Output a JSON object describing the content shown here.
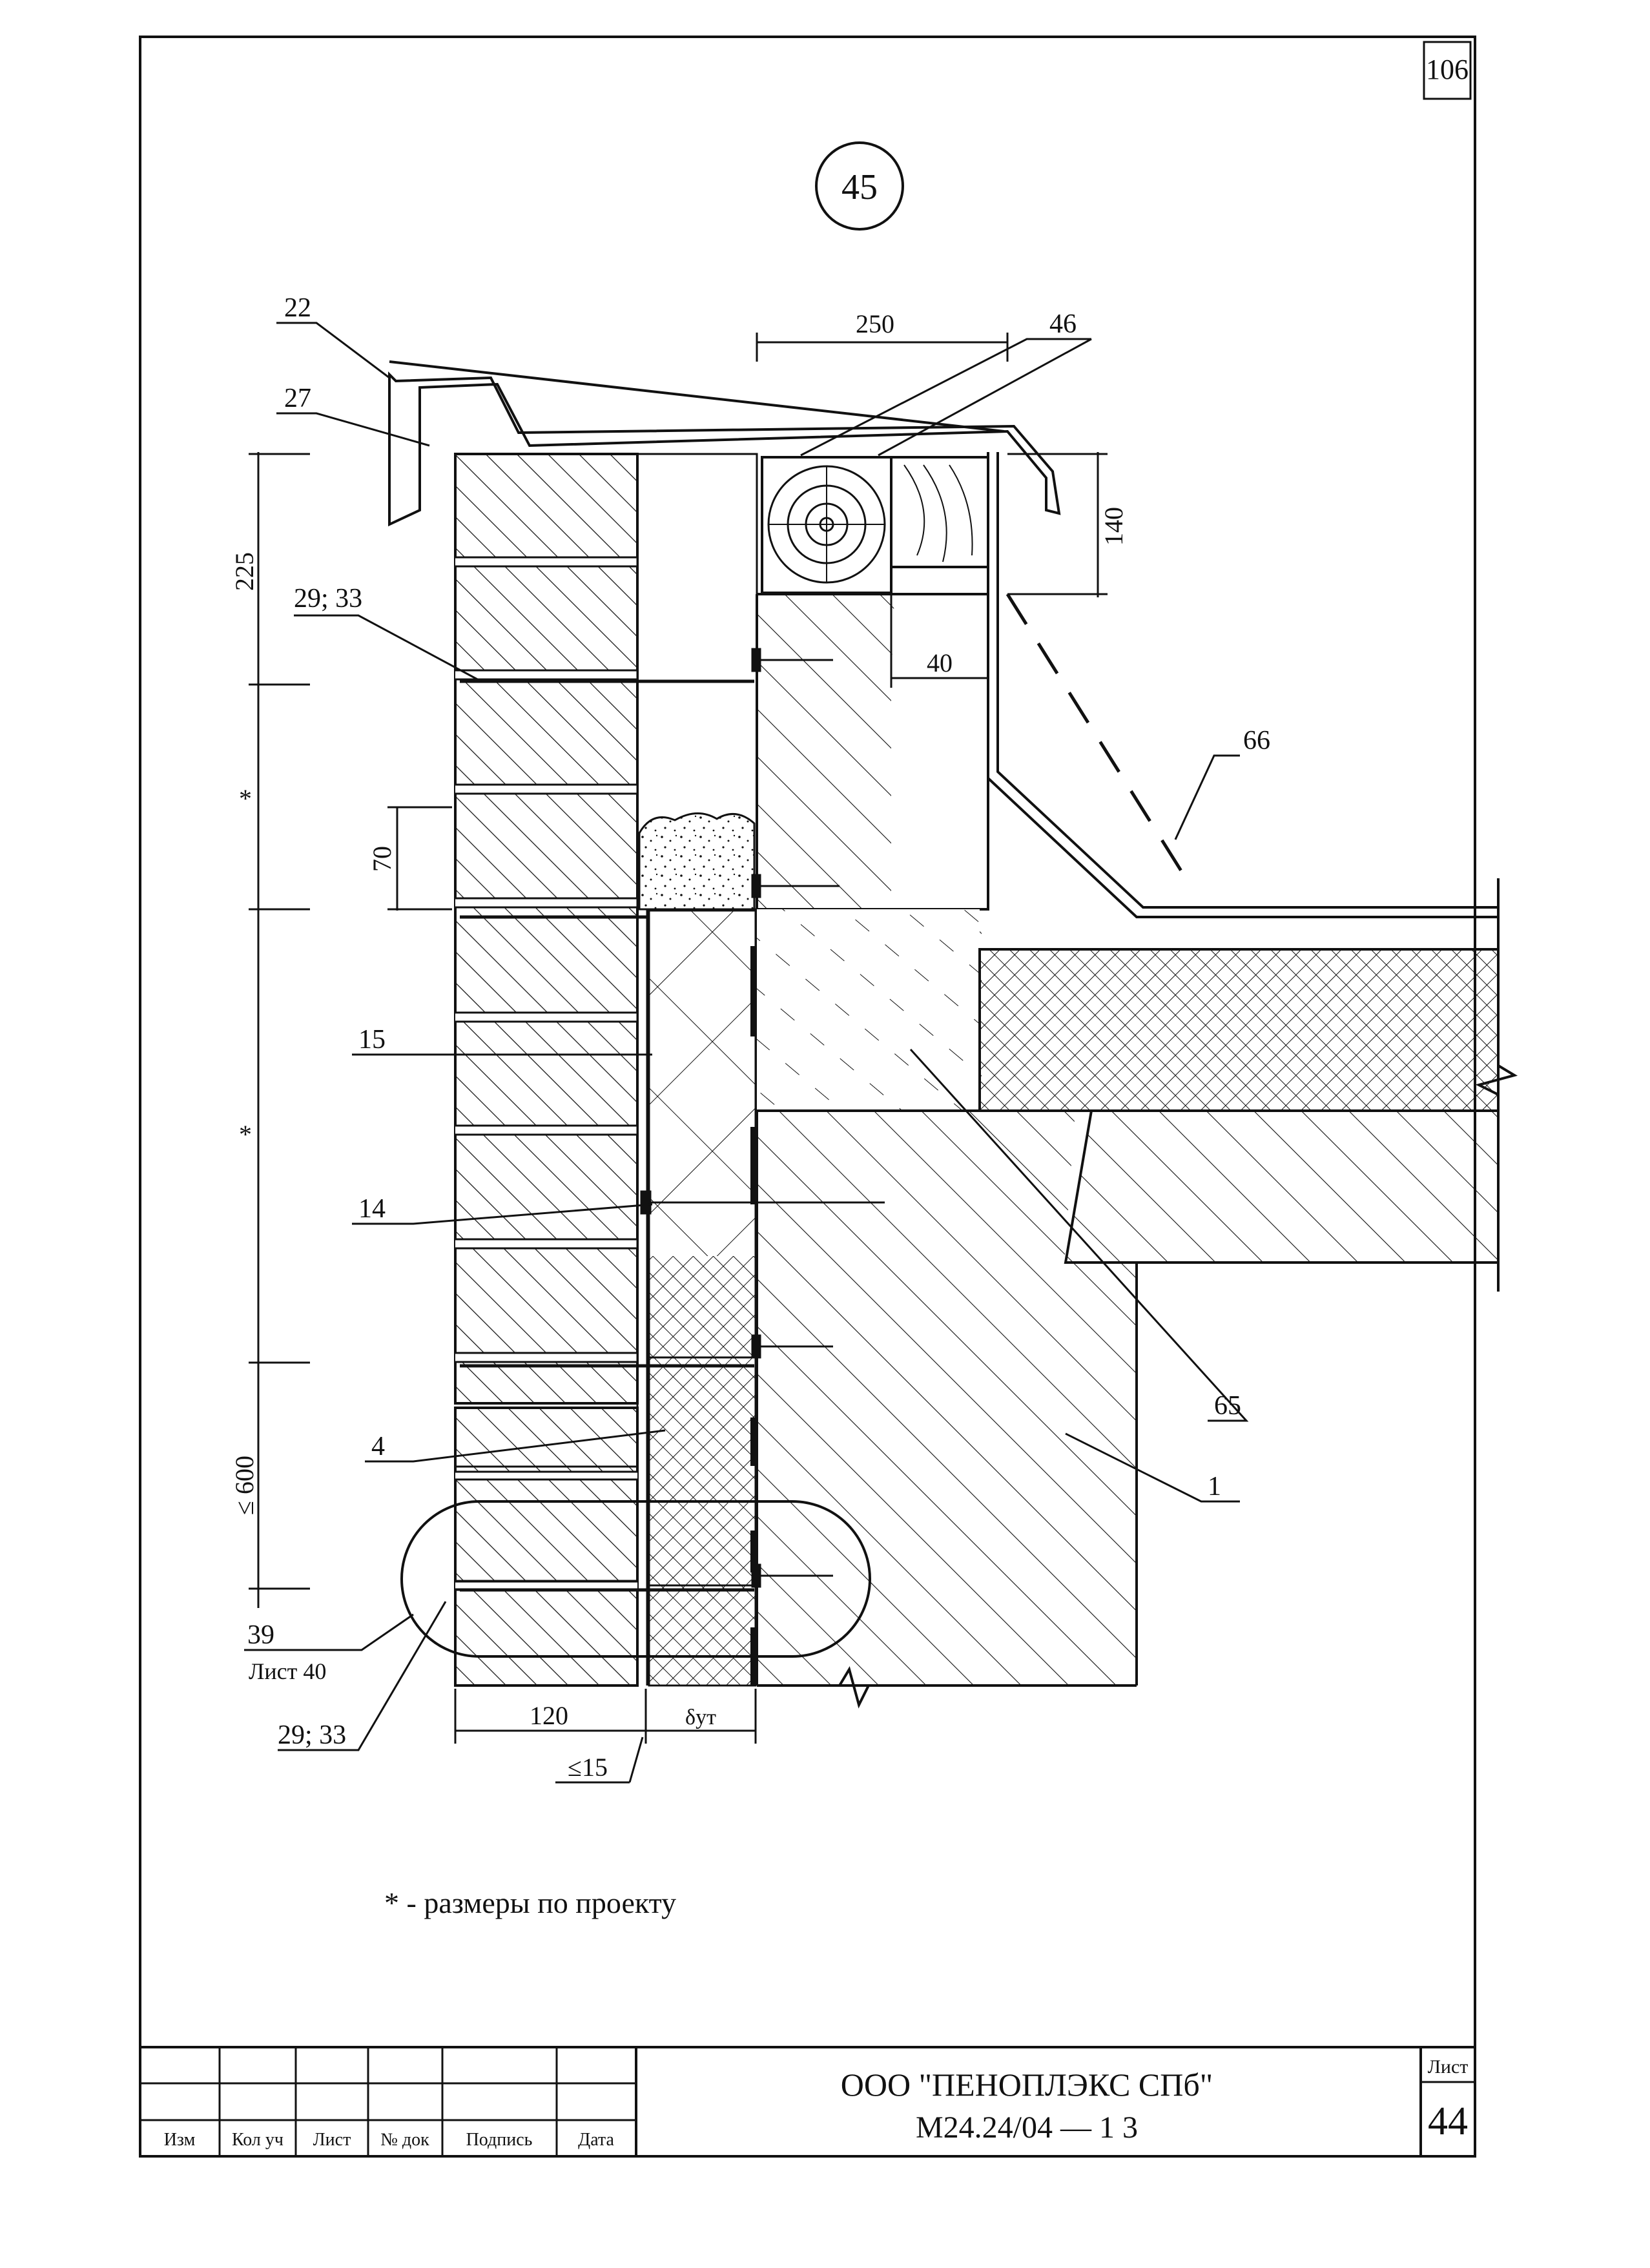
{
  "page_number": "106",
  "detail_number": "45",
  "callouts": {
    "c22": "22",
    "c27": "27",
    "c29_33_top": "29; 33",
    "c15": "15",
    "c14": "14",
    "c4": "4",
    "c39": "39",
    "c39_sheet": "Лист 40",
    "c29_33_bottom": "29; 33",
    "c46": "46",
    "c66": "66",
    "c65": "65",
    "c1": "1"
  },
  "dimensions": {
    "d250": "250",
    "d140": "140",
    "d40": "40",
    "d225": "225",
    "star1": "*",
    "d70": "70",
    "star2": "*",
    "le600": "≤ 600",
    "d120": "120",
    "le15": "≤15",
    "delta": "δут"
  },
  "note": "* - размеры по проекту",
  "title_block": {
    "headers": [
      "Изм",
      "Кол уч",
      "Лист",
      "№ док",
      "Подпись",
      "Дата"
    ],
    "company": "ООО \"ПЕНОПЛЭКС СПб\"",
    "doc_code": "М24.24/04  —  1 3",
    "sheet_label": "Лист",
    "sheet_number": "44"
  }
}
